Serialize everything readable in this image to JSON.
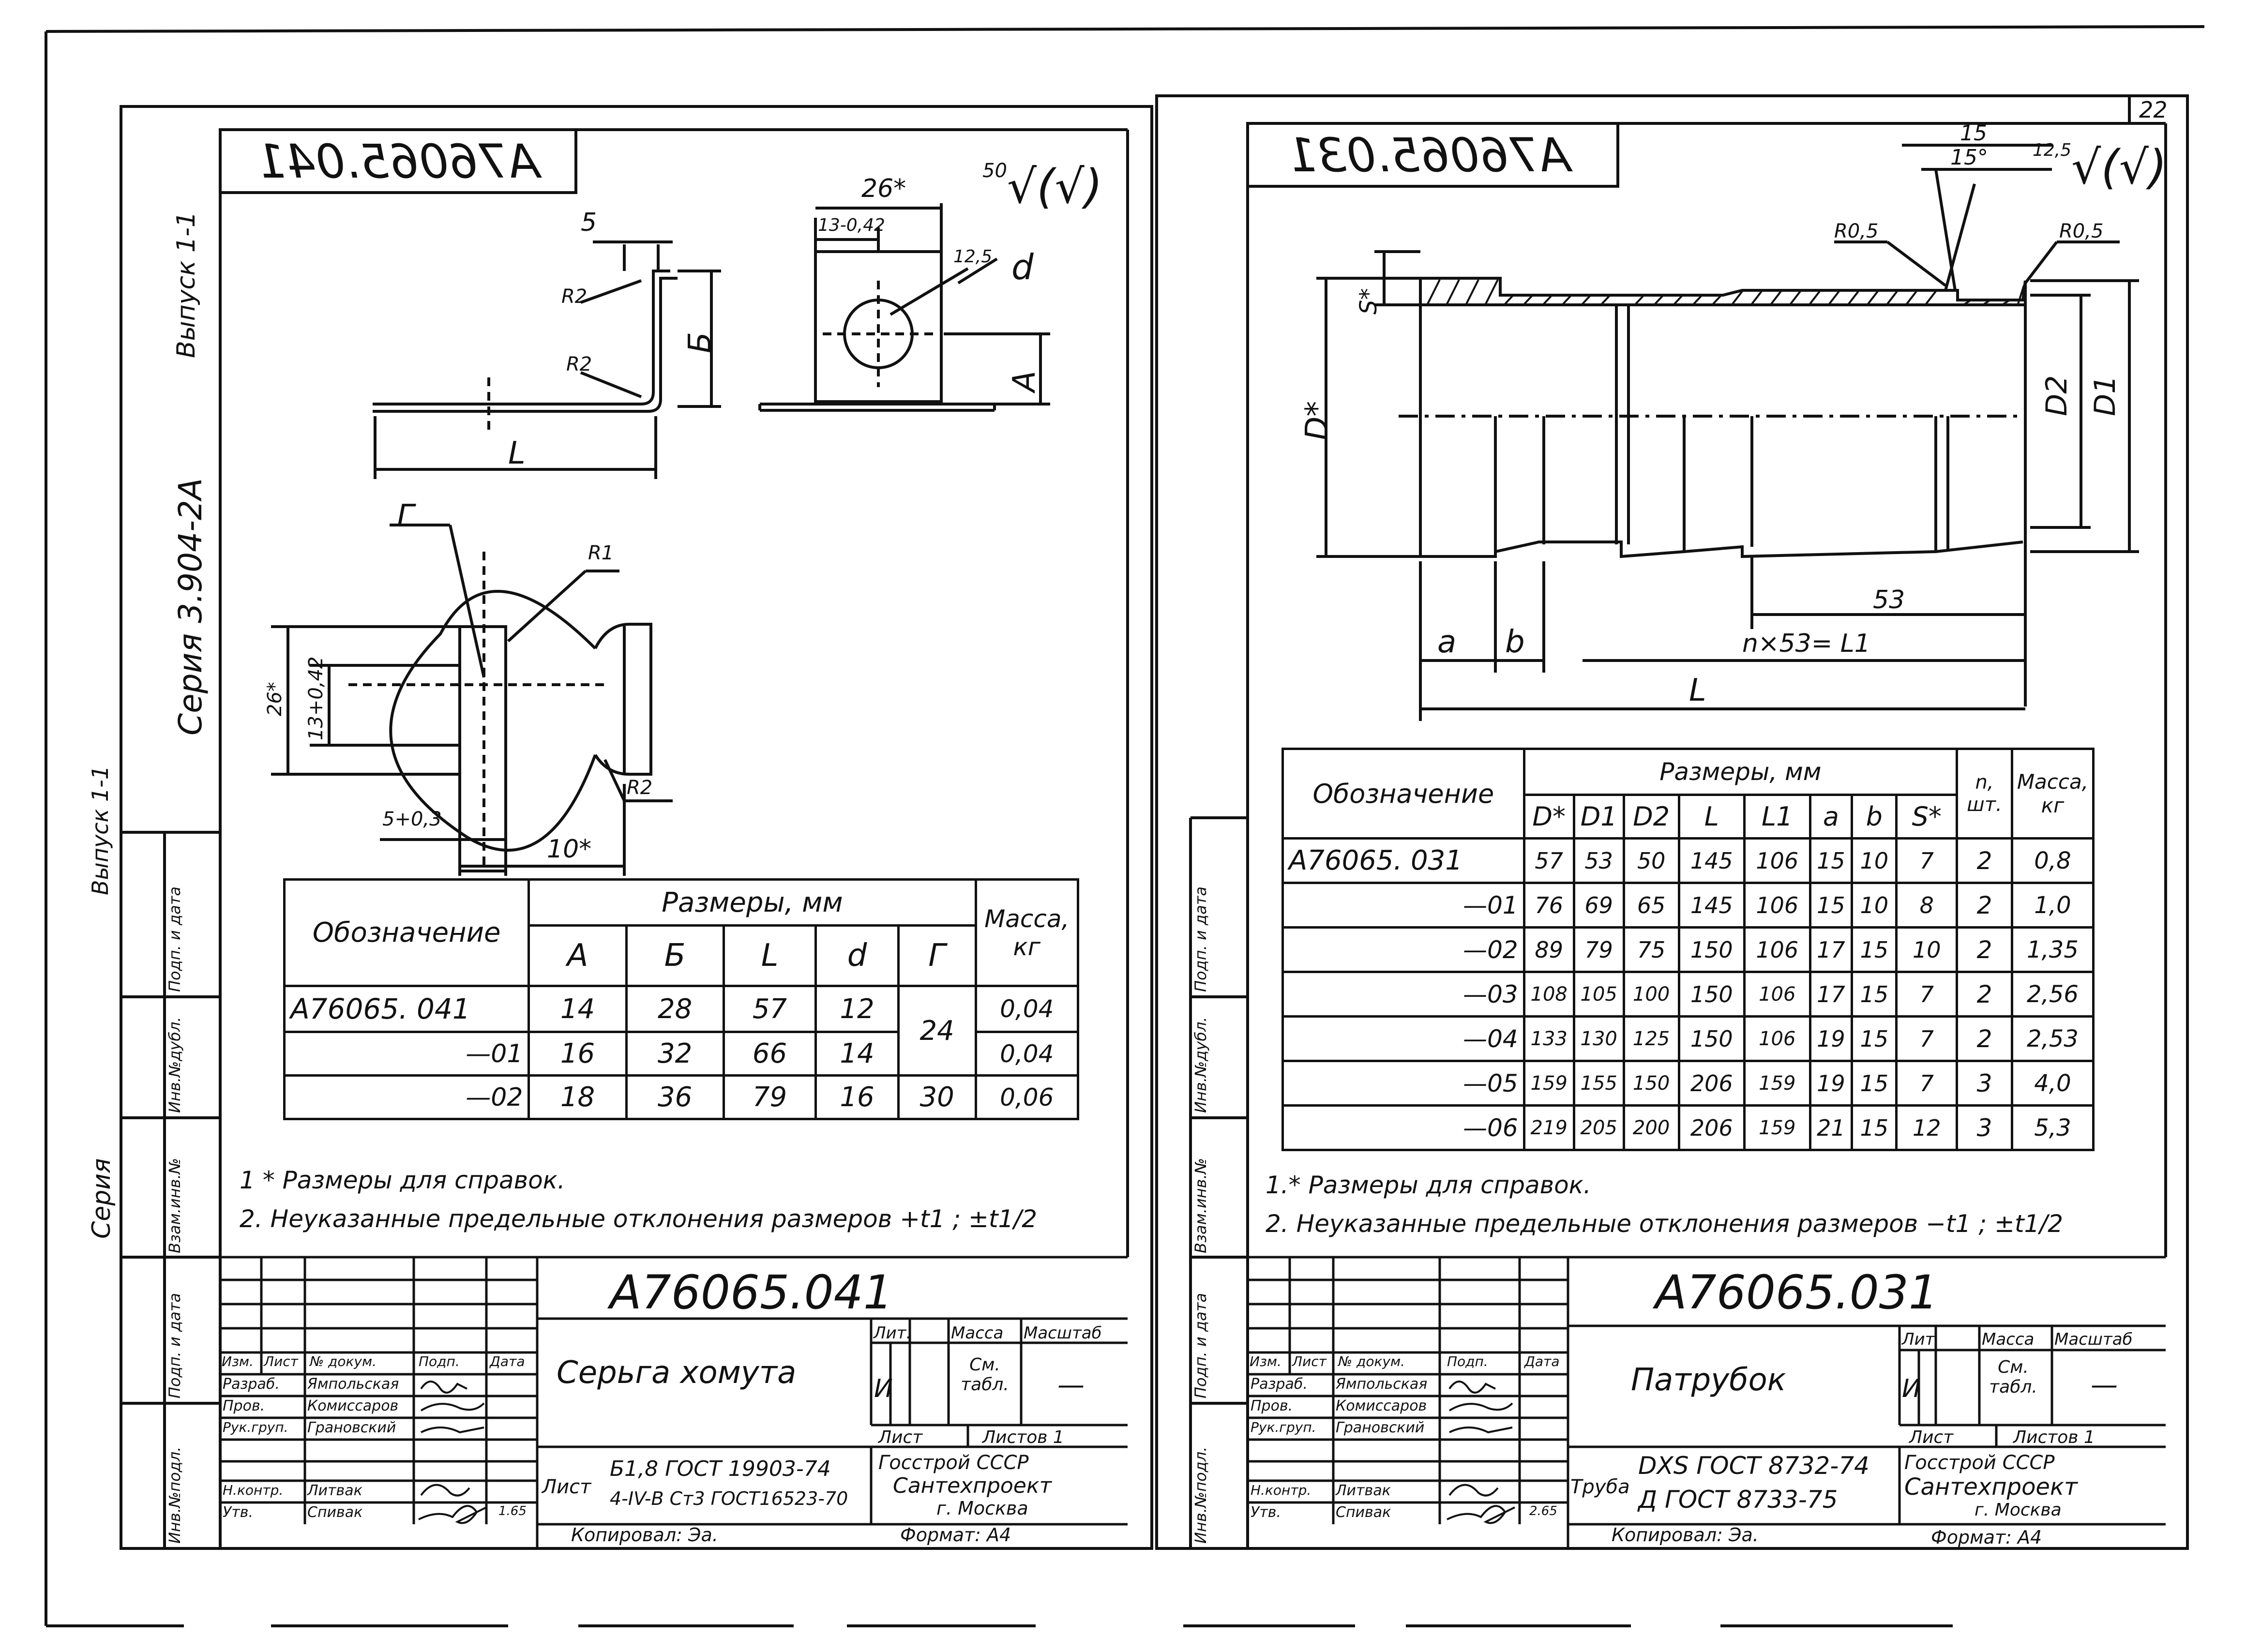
{
  "page_number": "22",
  "margin": {
    "outer_series_label": "Серия",
    "outer_issue_label": "Выпуск 1-1",
    "series_code": "Серия 3.904-2А",
    "issue_code": "Выпуск 1-1",
    "stamp_left": [
      "Взам.инв.№",
      "Инв.№дубл.",
      "Подп. и дата",
      "Инв.№подл.",
      "Подп. и дата"
    ],
    "stamp_right": [
      "Взам.инв.№",
      "Инв.№дубл.",
      "Подп. и дата",
      "Инв.№подл.",
      "Подп. и дата"
    ]
  },
  "left_sheet": {
    "mirrored_code": "А76065.041",
    "roughness_main": "50",
    "roughness_hole": "12,5",
    "dims": {
      "five": "5",
      "r2a": "R2",
      "r2b": "R2",
      "b": "Б",
      "l": "L",
      "w26": "26*",
      "w13": "13-0,42",
      "d": "d",
      "a": "А",
      "g": "Г",
      "r1": "R1",
      "r2c": "R2",
      "h26": "26*",
      "h13": "13+0,42",
      "s5": "5+0,3",
      "s10": "10*"
    },
    "table": {
      "h_designation": "Обозначение",
      "h_sizes": "Размеры, мм",
      "h_mass": "Масса, кг",
      "cols": [
        "А",
        "Б",
        "L",
        "d",
        "Г"
      ],
      "rows": [
        {
          "id": "А76065. 041",
          "a": "14",
          "b": "28",
          "l": "57",
          "d": "12",
          "g": "24",
          "m": "0,04"
        },
        {
          "id": "—01",
          "a": "16",
          "b": "32",
          "l": "66",
          "d": "14",
          "g": "",
          "m": "0,04"
        },
        {
          "id": "—02",
          "a": "18",
          "b": "36",
          "l": "79",
          "d": "16",
          "g": "30",
          "m": "0,06"
        }
      ]
    },
    "notes": [
      "1 * Размеры для справок.",
      "2. Неуказанные предельные отклонения размеров +t1 ; ±t1/2"
    ],
    "title_block": {
      "code": "А76065.041",
      "name": "Серьга хомута",
      "lit_label": "Лит.",
      "mass_label": "Масса",
      "scale_label": "Масштаб",
      "lit": "И",
      "mass": "См. табл.",
      "scale": "—",
      "sheet_label": "Лист",
      "sheets_label": "Листов 1",
      "hdr": [
        "Изм.",
        "Лист",
        "№ докум.",
        "Подп.",
        "Дата"
      ],
      "roles": [
        "Разраб.",
        "Пров.",
        "Рук.груп.",
        "",
        "Н.контр.",
        "Утв."
      ],
      "people": [
        "Ямпольская",
        "Комиссаров",
        "Грановский",
        "",
        "Литвак",
        "Спивак"
      ],
      "year": "1.65",
      "material_label": "Лист",
      "material1": "Б1,8 ГОСТ 19903-74",
      "material2": "4-IV-В Ст3 ГОСТ16523-70",
      "org1": "Госстрой СССР",
      "org2": "Сантехпроект",
      "org3": "г. Москва",
      "copied": "Копировал: Эа.",
      "format": "Формат: А4"
    }
  },
  "right_sheet": {
    "mirrored_code": "А76065.031",
    "roughness_main": "12,5",
    "dims": {
      "d": "D*",
      "s": "S*",
      "d2": "D2",
      "d1": "D1",
      "r05a": "R0,5",
      "r05b": "R0,5",
      "fifteen": "15",
      "fifteen_deg": "15°",
      "c53": "53",
      "a": "a",
      "b": "b",
      "n53": "n×53= L1",
      "l": "L"
    },
    "table": {
      "h_designation": "Обозначение",
      "h_sizes": "Размеры, мм",
      "h_n": "n, шт.",
      "h_mass": "Масса, кг",
      "cols": [
        "D*",
        "D1",
        "D2",
        "L",
        "L1",
        "a",
        "b",
        "S*"
      ],
      "rows": [
        {
          "id": "А76065. 031",
          "v": [
            "57",
            "53",
            "50",
            "145",
            "106",
            "15",
            "10",
            "7"
          ],
          "n": "2",
          "m": "0,8"
        },
        {
          "id": "—01",
          "v": [
            "76",
            "69",
            "65",
            "145",
            "106",
            "15",
            "10",
            "8"
          ],
          "n": "2",
          "m": "1,0"
        },
        {
          "id": "—02",
          "v": [
            "89",
            "79",
            "75",
            "150",
            "106",
            "17",
            "15",
            "10"
          ],
          "n": "2",
          "m": "1,35"
        },
        {
          "id": "—03",
          "v": [
            "108",
            "105",
            "100",
            "150",
            "106",
            "17",
            "15",
            "7"
          ],
          "n": "2",
          "m": "2,56"
        },
        {
          "id": "—04",
          "v": [
            "133",
            "130",
            "125",
            "150",
            "106",
            "19",
            "15",
            "7"
          ],
          "n": "2",
          "m": "2,53"
        },
        {
          "id": "—05",
          "v": [
            "159",
            "155",
            "150",
            "206",
            "159",
            "19",
            "15",
            "7"
          ],
          "n": "3",
          "m": "4,0"
        },
        {
          "id": "—06",
          "v": [
            "219",
            "205",
            "200",
            "206",
            "159",
            "21",
            "15",
            "12"
          ],
          "n": "3",
          "m": "5,3"
        }
      ]
    },
    "notes": [
      "1.* Размеры для справок.",
      "2. Неуказанные предельные отклонения размеров −t1 ; ±t1/2"
    ],
    "title_block": {
      "code": "А76065.031",
      "name": "Патрубок",
      "lit_label": "Лит",
      "mass_label": "Масса",
      "scale_label": "Масштаб",
      "lit": "И",
      "mass": "См. табл.",
      "scale": "—",
      "sheet_label": "Лист",
      "sheets_label": "Листов 1",
      "hdr": [
        "Изм.",
        "Лист",
        "№ докум.",
        "Подп.",
        "Дата"
      ],
      "roles": [
        "Разраб.",
        "Пров.",
        "Рук.груп.",
        "",
        "Н.контр.",
        "Утв."
      ],
      "people": [
        "Ямпольская",
        "Комиссаров",
        "Грановский",
        "",
        "Литвак",
        "Спивак"
      ],
      "year": "2.65",
      "material_label": "Труба",
      "material1": "DXS ГОСТ 8732-74",
      "material2": "Д ГОСТ 8733-75",
      "org1": "Госстрой СССР",
      "org2": "Сантехпроект",
      "org3": "г. Москва",
      "copied": "Копировал: Эа.",
      "format": "Формат: А4"
    }
  }
}
